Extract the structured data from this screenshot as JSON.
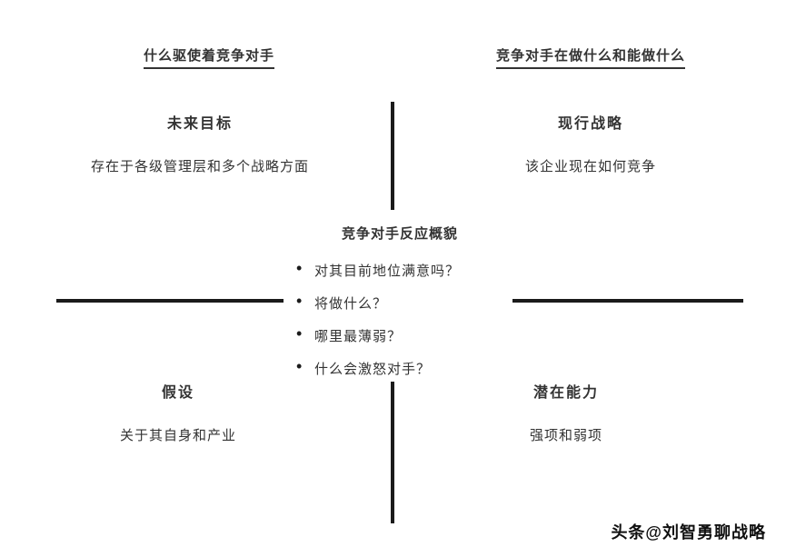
{
  "diagram": {
    "left_heading": "什么驱使着竞争对手",
    "right_heading": "竞争对手在做什么和能做什么",
    "future_goals": {
      "title": "未来目标",
      "desc": "存在于各级管理层和多个战略方面"
    },
    "current_strategy": {
      "title": "现行战略",
      "desc": "该企业现在如何竞争"
    },
    "assumptions": {
      "title": "假设",
      "desc": "关于其自身和产业"
    },
    "capabilities": {
      "title": "潜在能力",
      "desc": "强项和弱项"
    },
    "center": {
      "title": "竞争对手反应概貌",
      "bullets": [
        "对其目前地位满意吗？",
        "将做什么？",
        "哪里最薄弱？",
        "什么会激怒对手？"
      ]
    },
    "watermark": "头条@刘智勇聊战略",
    "colors": {
      "line": "#1b1b1b",
      "text": "#333333",
      "background": "#ffffff"
    }
  }
}
